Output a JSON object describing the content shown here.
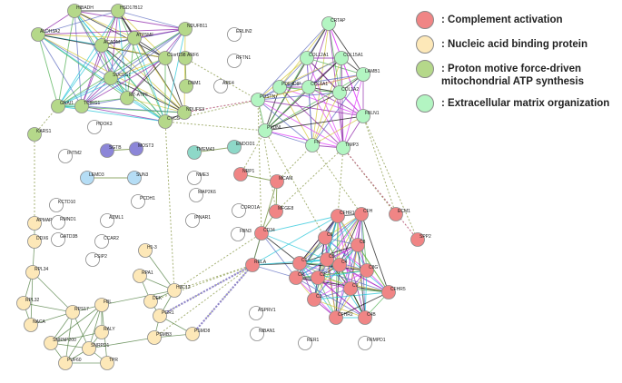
{
  "legend": {
    "items": [
      {
        "key": "complement",
        "label": ": Complement activation",
        "color": "#f08585"
      },
      {
        "key": "nucleic",
        "label": ": Nucleic acid binding protein",
        "color": "#fde8b8"
      },
      {
        "key": "proton",
        "label": ": Proton motive force-driven mitochondrial ATP synthesis",
        "color": "#b5d88a"
      },
      {
        "key": "ecm",
        "label": ": Extracellular matrix organization",
        "color": "#b3f5c2"
      }
    ]
  },
  "colors": {
    "complement": "#f08585",
    "nucleic": "#fde8b8",
    "proton": "#b5d88a",
    "ecm": "#b3f5c2",
    "none": "#ffffff",
    "purple": "#8c86d8",
    "teal": "#8ed8c8",
    "blue": "#b5ddf5"
  },
  "network": {
    "nodes": [
      {
        "id": "HIBADH",
        "cat": "proton"
      },
      {
        "id": "HSD17B12",
        "cat": "proton"
      },
      {
        "id": "ALDH3A2",
        "cat": "proton"
      },
      {
        "id": "NDUFB11",
        "cat": "proton"
      },
      {
        "id": "ACADM",
        "cat": "proton"
      },
      {
        "id": "ATP5MF",
        "cat": "proton"
      },
      {
        "id": "ARF6",
        "cat": "proton"
      },
      {
        "id": "C1orf198",
        "cat": "proton"
      },
      {
        "id": "DNM1",
        "cat": "proton"
      },
      {
        "id": "SUCLG1",
        "cat": "proton"
      },
      {
        "id": "NDUFS3",
        "cat": "proton"
      },
      {
        "id": "GNAI1",
        "cat": "proton"
      },
      {
        "id": "TCIRG1",
        "cat": "proton"
      },
      {
        "id": "MT-ATP6",
        "cat": "proton"
      },
      {
        "id": "CYCS",
        "cat": "proton"
      },
      {
        "id": "KARS1",
        "cat": "proton"
      },
      {
        "id": "ERLIN2",
        "cat": "none"
      },
      {
        "id": "RFTN1",
        "cat": "none"
      },
      {
        "id": "ARF4",
        "cat": "none"
      },
      {
        "id": "HOOK3",
        "cat": "none"
      },
      {
        "id": "IFITM2",
        "cat": "none"
      },
      {
        "id": "SGTB",
        "cat": "purple"
      },
      {
        "id": "MOST3",
        "cat": "purple"
      },
      {
        "id": "TMEM43",
        "cat": "teal"
      },
      {
        "id": "ENDOD1",
        "cat": "teal"
      },
      {
        "id": "LEMD3",
        "cat": "blue"
      },
      {
        "id": "SUN3",
        "cat": "blue"
      },
      {
        "id": "NME3",
        "cat": "none"
      },
      {
        "id": "MAP2K6",
        "cat": "none"
      },
      {
        "id": "CORO1A",
        "cat": "none"
      },
      {
        "id": "IPNAR1",
        "cat": "none"
      },
      {
        "id": "FBN3",
        "cat": "none"
      },
      {
        "id": "KCTD10",
        "cat": "none"
      },
      {
        "id": "PCDH1",
        "cat": "none"
      },
      {
        "id": "RMND1",
        "cat": "none"
      },
      {
        "id": "AZML1",
        "cat": "none"
      },
      {
        "id": "GATD3B",
        "cat": "none"
      },
      {
        "id": "CCAR2",
        "cat": "none"
      },
      {
        "id": "FSIP2",
        "cat": "none"
      },
      {
        "id": "ASPRV1",
        "cat": "none"
      },
      {
        "id": "NIBAN1",
        "cat": "none"
      },
      {
        "id": "RER1",
        "cat": "none"
      },
      {
        "id": "FRMPD1",
        "cat": "none"
      },
      {
        "id": "CRTAP",
        "cat": "ecm"
      },
      {
        "id": "COL12A1",
        "cat": "ecm"
      },
      {
        "id": "COL15A1",
        "cat": "ecm"
      },
      {
        "id": "LAMB1",
        "cat": "ecm"
      },
      {
        "id": "PDE4DIP",
        "cat": "ecm"
      },
      {
        "id": "COL6A1",
        "cat": "ecm"
      },
      {
        "id": "COL1A2",
        "cat": "ecm"
      },
      {
        "id": "POSTN",
        "cat": "ecm"
      },
      {
        "id": "FBLN1",
        "cat": "ecm"
      },
      {
        "id": "PXDNL",
        "cat": "ecm"
      },
      {
        "id": "FN",
        "cat": "ecm"
      },
      {
        "id": "TIMP3",
        "cat": "ecm"
      },
      {
        "id": "NRP1",
        "cat": "complement"
      },
      {
        "id": "MCAM",
        "cat": "complement"
      },
      {
        "id": "MFGE8",
        "cat": "complement"
      },
      {
        "id": "CD34",
        "cat": "complement"
      },
      {
        "id": "CFHR1",
        "cat": "complement"
      },
      {
        "id": "CFH",
        "cat": "complement"
      },
      {
        "id": "ECM1",
        "cat": "complement"
      },
      {
        "id": "SPP2",
        "cat": "complement"
      },
      {
        "id": "RELA",
        "cat": "complement"
      },
      {
        "id": "C8",
        "cat": "complement"
      },
      {
        "id": "C4",
        "cat": "complement"
      },
      {
        "id": "C8G",
        "cat": "complement"
      },
      {
        "id": "CFHR5",
        "cat": "complement"
      },
      {
        "id": "C4B",
        "cat": "complement"
      },
      {
        "id": "CFHR2",
        "cat": "complement"
      },
      {
        "id": "CR",
        "cat": "complement"
      },
      {
        "id": "C3",
        "cat": "complement"
      },
      {
        "id": "C5",
        "cat": "complement"
      },
      {
        "id": "C9",
        "cat": "complement"
      },
      {
        "id": "C1",
        "cat": "complement"
      },
      {
        "id": "C2",
        "cat": "complement"
      },
      {
        "id": "C6",
        "cat": "complement"
      },
      {
        "id": "APMAP",
        "cat": "nucleic"
      },
      {
        "id": "DDX6",
        "cat": "nucleic"
      },
      {
        "id": "RPL34",
        "cat": "nucleic"
      },
      {
        "id": "RPL32",
        "cat": "nucleic"
      },
      {
        "id": "NACA",
        "cat": "nucleic"
      },
      {
        "id": "RPS17",
        "cat": "nucleic"
      },
      {
        "id": "FBL",
        "cat": "nucleic"
      },
      {
        "id": "RALY",
        "cat": "nucleic"
      },
      {
        "id": "SNRNP200",
        "cat": "nucleic"
      },
      {
        "id": "SNRPD1",
        "cat": "nucleic"
      },
      {
        "id": "PUF60",
        "cat": "nucleic"
      },
      {
        "id": "TPR",
        "cat": "nucleic"
      },
      {
        "id": "H1-3",
        "cat": "nucleic"
      },
      {
        "id": "RPA1",
        "cat": "nucleic"
      },
      {
        "id": "DEK",
        "cat": "nucleic"
      },
      {
        "id": "H3C12",
        "cat": "nucleic"
      },
      {
        "id": "PGR1",
        "cat": "nucleic"
      },
      {
        "id": "PSMB3",
        "cat": "nucleic"
      },
      {
        "id": "PSMD8",
        "cat": "nucleic"
      }
    ]
  }
}
